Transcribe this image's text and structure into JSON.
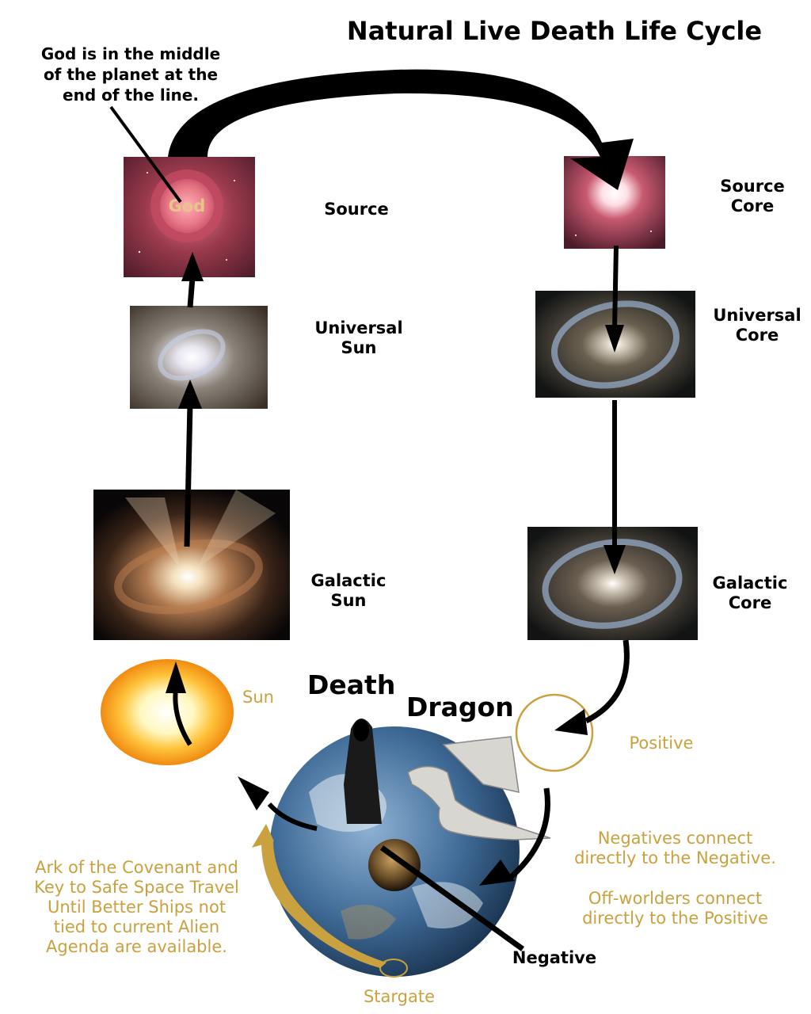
{
  "title": "Natural Live Death Life Cycle",
  "note": [
    "God is in the middle",
    "of the planet at the",
    "end of the line."
  ],
  "god_label": "God",
  "labels": {
    "source": "Source",
    "source_core": [
      "Source",
      "Core"
    ],
    "universal_sun": [
      "Universal",
      "Sun"
    ],
    "universal_core": [
      "Universal",
      "Core"
    ],
    "galactic_sun": [
      "Galactic",
      "Sun"
    ],
    "galactic_core": [
      "Galactic",
      "Core"
    ],
    "sun": "Sun",
    "positive": "Positive",
    "death": "Death",
    "dragon": "Dragon",
    "negative": "Negative",
    "stargate": "Stargate"
  },
  "ark_text": [
    "Ark of the Covenant and",
    "Key to Safe Space Travel",
    "Until Better Ships not",
    "tied to current Alien",
    "Agenda are available."
  ],
  "negatives_text": [
    "Negatives connect",
    "directly to the Negative."
  ],
  "offworlders_text": [
    "Off-worlders connect",
    "directly to the Positive"
  ],
  "colors": {
    "gold": "#c9a13e",
    "arrow": "#000000",
    "source_red": "#8c2f3f"
  }
}
